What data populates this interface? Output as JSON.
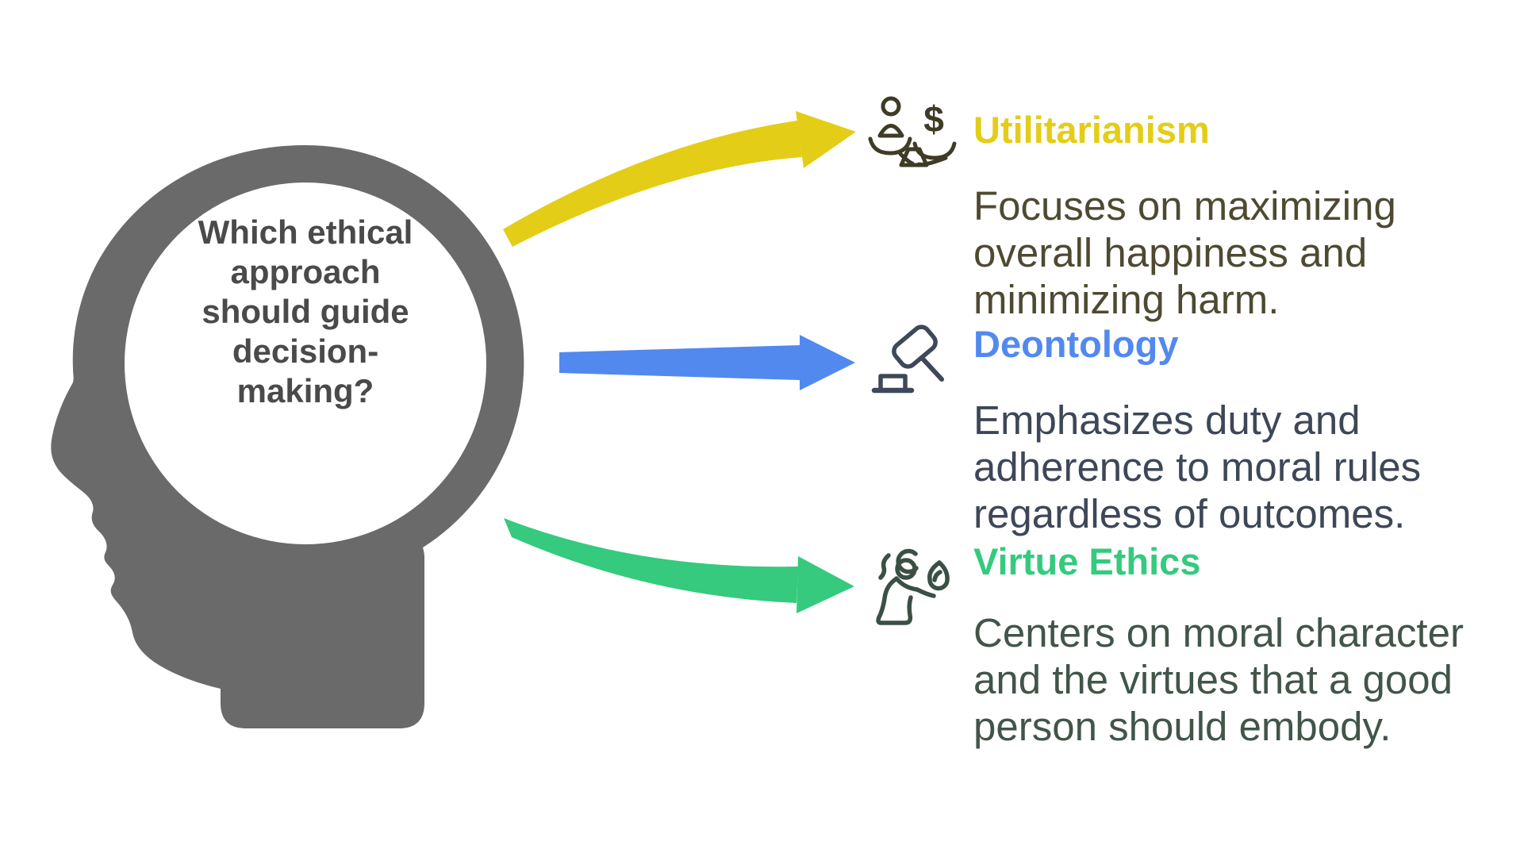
{
  "head": {
    "question": "Which ethical\napproach\nshould guide\ndecision-\nmaking?",
    "silhouette_color": "#6a6a6a",
    "question_text_color": "#4a4a4a",
    "background_color": "#ffffff"
  },
  "sections": [
    {
      "title": "Utilitarianism",
      "description": "Focuses on maximizing\noverall happiness and\nminimizing harm.",
      "icon": "balance-scale-person-dollar",
      "accent_color": "#e4cd16",
      "text_color": "#4e4a32",
      "icon_color": "#3e3b26"
    },
    {
      "title": "Deontology",
      "description": "Emphasizes duty and\nadherence to moral rules\nregardless of outcomes.",
      "icon": "gavel",
      "accent_color": "#5289ef",
      "text_color": "#3d4757",
      "icon_color": "#3e4859"
    },
    {
      "title": "Virtue Ethics",
      "description": "Centers on moral character\nand the virtues that a good\nperson should embody.",
      "icon": "person-with-flame",
      "accent_color": "#35ca7e",
      "text_color": "#415549",
      "icon_color": "#3b5044"
    }
  ]
}
